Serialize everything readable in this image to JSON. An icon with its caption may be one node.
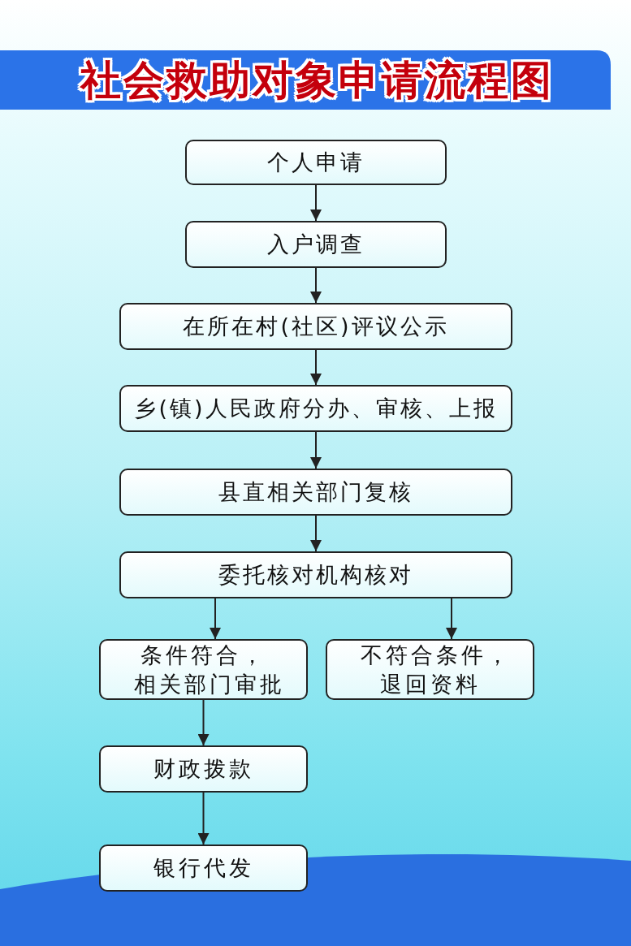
{
  "diagram": {
    "title": "社会救助对象申请流程图",
    "nodes": [
      {
        "text": [
          "个人申请"
        ]
      },
      {
        "text": [
          "入户调查"
        ]
      },
      {
        "text": [
          "在所在村(社区)评议公示"
        ]
      },
      {
        "text": [
          "乡(镇)人民政府分办、审核、上报"
        ]
      },
      {
        "text": [
          "县直相关部门复核"
        ]
      },
      {
        "text": [
          "委托核对机构核对"
        ]
      },
      {
        "text": [
          "条件符合，相关部门审批"
        ]
      },
      {
        "text": [
          "不符合条件，退回资料"
        ]
      },
      {
        "text": [
          "财政拨款"
        ]
      },
      {
        "text": [
          "银行代发"
        ]
      }
    ],
    "edges": [
      {
        "from": 0,
        "to": 1,
        "arrow": "to"
      },
      {
        "from": 1,
        "to": 2,
        "arrow": "to"
      },
      {
        "from": 2,
        "to": 3,
        "arrow": "to"
      },
      {
        "from": 3,
        "to": 4,
        "arrow": "to"
      },
      {
        "from": 4,
        "to": 5,
        "arrow": "to"
      },
      {
        "from": 5,
        "to": 6,
        "arrow": "to"
      },
      {
        "from": 5,
        "to": 7,
        "arrow": "to"
      },
      {
        "from": 6,
        "to": 8,
        "arrow": "to"
      },
      {
        "from": 8,
        "to": 9,
        "arrow": "to"
      }
    ]
  }
}
